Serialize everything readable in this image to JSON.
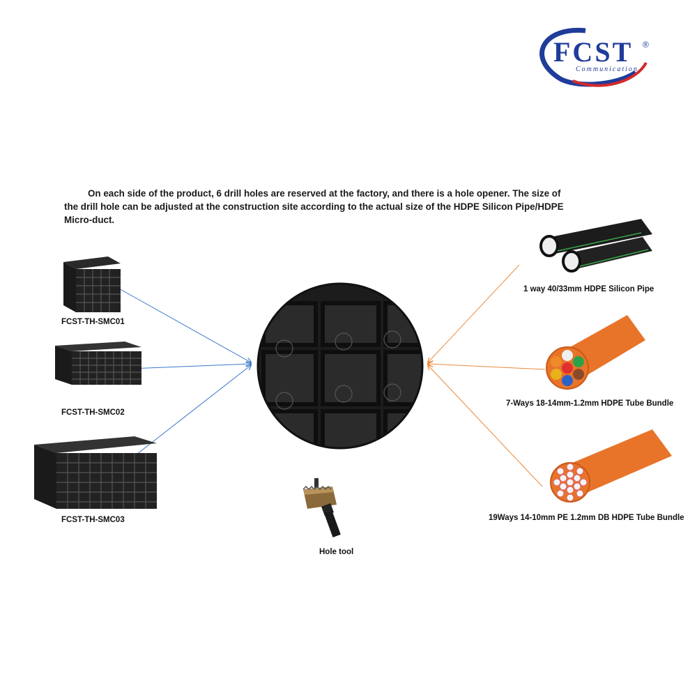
{
  "logo": {
    "text": "FCST",
    "sub": "Communication",
    "mark": "®"
  },
  "description": "On each side of the product, 6 drill holes are reserved at the factory, and there is a hole opener. The size of the drill hole can be adjusted at the construction site according to the actual size of the HDPE Silicon Pipe/HDPE Micro-duct.",
  "left_products": [
    {
      "label": "FCST-TH-SMC01"
    },
    {
      "label": "FCST-TH-SMC02"
    },
    {
      "label": "FCST-TH-SMC03"
    }
  ],
  "right_products": [
    {
      "label": "1 way 40/33mm HDPE Silicon Pipe"
    },
    {
      "label": "7-Ways 18-14mm-1.2mm HDPE Tube Bundle"
    },
    {
      "label": "19Ways 14-10mm PE 1.2mm DB HDPE Tube Bundle"
    }
  ],
  "tool": {
    "label": "Hole tool"
  },
  "colors": {
    "logo_blue": "#1f3c9a",
    "logo_red": "#d42a2a",
    "left_arrows": "#3a78c9",
    "right_arrows": "#e8893a",
    "orange_tube": "#e8742a"
  }
}
